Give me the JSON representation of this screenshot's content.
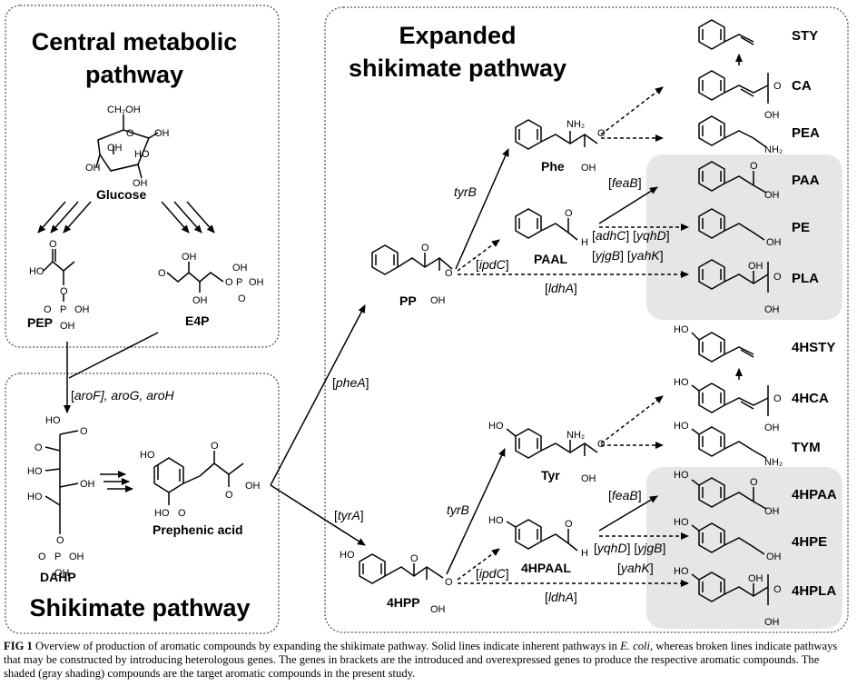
{
  "panels": {
    "central": {
      "title_line1": "Central metabolic",
      "title_line2": "pathway"
    },
    "shikimate": {
      "title": "Shikimate pathway"
    },
    "expanded": {
      "title_line1": "Expanded",
      "title_line2": "shikimate pathway"
    }
  },
  "compounds": {
    "glucose": "Glucose",
    "pep": "PEP",
    "e4p": "E4P",
    "dahp": "DAHP",
    "prephenic": "Prephenic acid",
    "pp": "PP",
    "hpp": "4HPP",
    "phe": "Phe",
    "tyr": "Tyr",
    "paal": "PAAL",
    "hpaal": "4HPAAL"
  },
  "targets": {
    "sty": "STY",
    "ca": "CA",
    "pea": "PEA",
    "paa": "PAA",
    "pe": "PE",
    "pla": "PLA",
    "hsty": "4HSTY",
    "hca": "4HCA",
    "tym": "TYM",
    "hpaa": "4HPAA",
    "hpe": "4HPE",
    "hpla": "4HPLA"
  },
  "genes": {
    "aro_open": "[",
    "aroF": "aroF",
    "aro_rest": "], aroG, aroH",
    "pheA": "pheA",
    "tyrA": "tyrA",
    "tyrB_top": "tyrB",
    "tyrB_bottom": "tyrB",
    "ipdC_top": "ipdC",
    "ipdC_bottom": "ipdC",
    "ldhA_top": "ldhA",
    "ldhA_bottom": "ldhA",
    "feaB_top": "feaB",
    "feaB_bottom": "feaB",
    "adhC": "adhC",
    "yqhD_top": "yqhD",
    "yjgB_top": "yjgB",
    "yahK_top": "yahK",
    "yqhD_bottom": "yqhD",
    "yjgB_bottom": "yjgB",
    "yahK_bottom": "yahK"
  },
  "atoms": {
    "ch2oh": "CH₂OH",
    "oh": "OH",
    "ho": "HO",
    "o": "O",
    "p": "P",
    "h": "H",
    "nh2": "NH₂"
  },
  "caption": {
    "label": "FIG 1",
    "text1": " Overview of production of aromatic compounds by expanding the shikimate pathway. Solid lines indicate inherent pathways in ",
    "ecoli": "E. coli",
    "text2": ", whereas broken lines indicate pathways that may be constructed by introducing heterologous genes. The genes in brackets are the introduced and overexpressed genes to produce the respective aromatic compounds. The shaded (gray shading) compounds are the target aromatic compounds in the present study."
  },
  "colors": {
    "shade": "#e6e6e6",
    "border": "#555555"
  }
}
